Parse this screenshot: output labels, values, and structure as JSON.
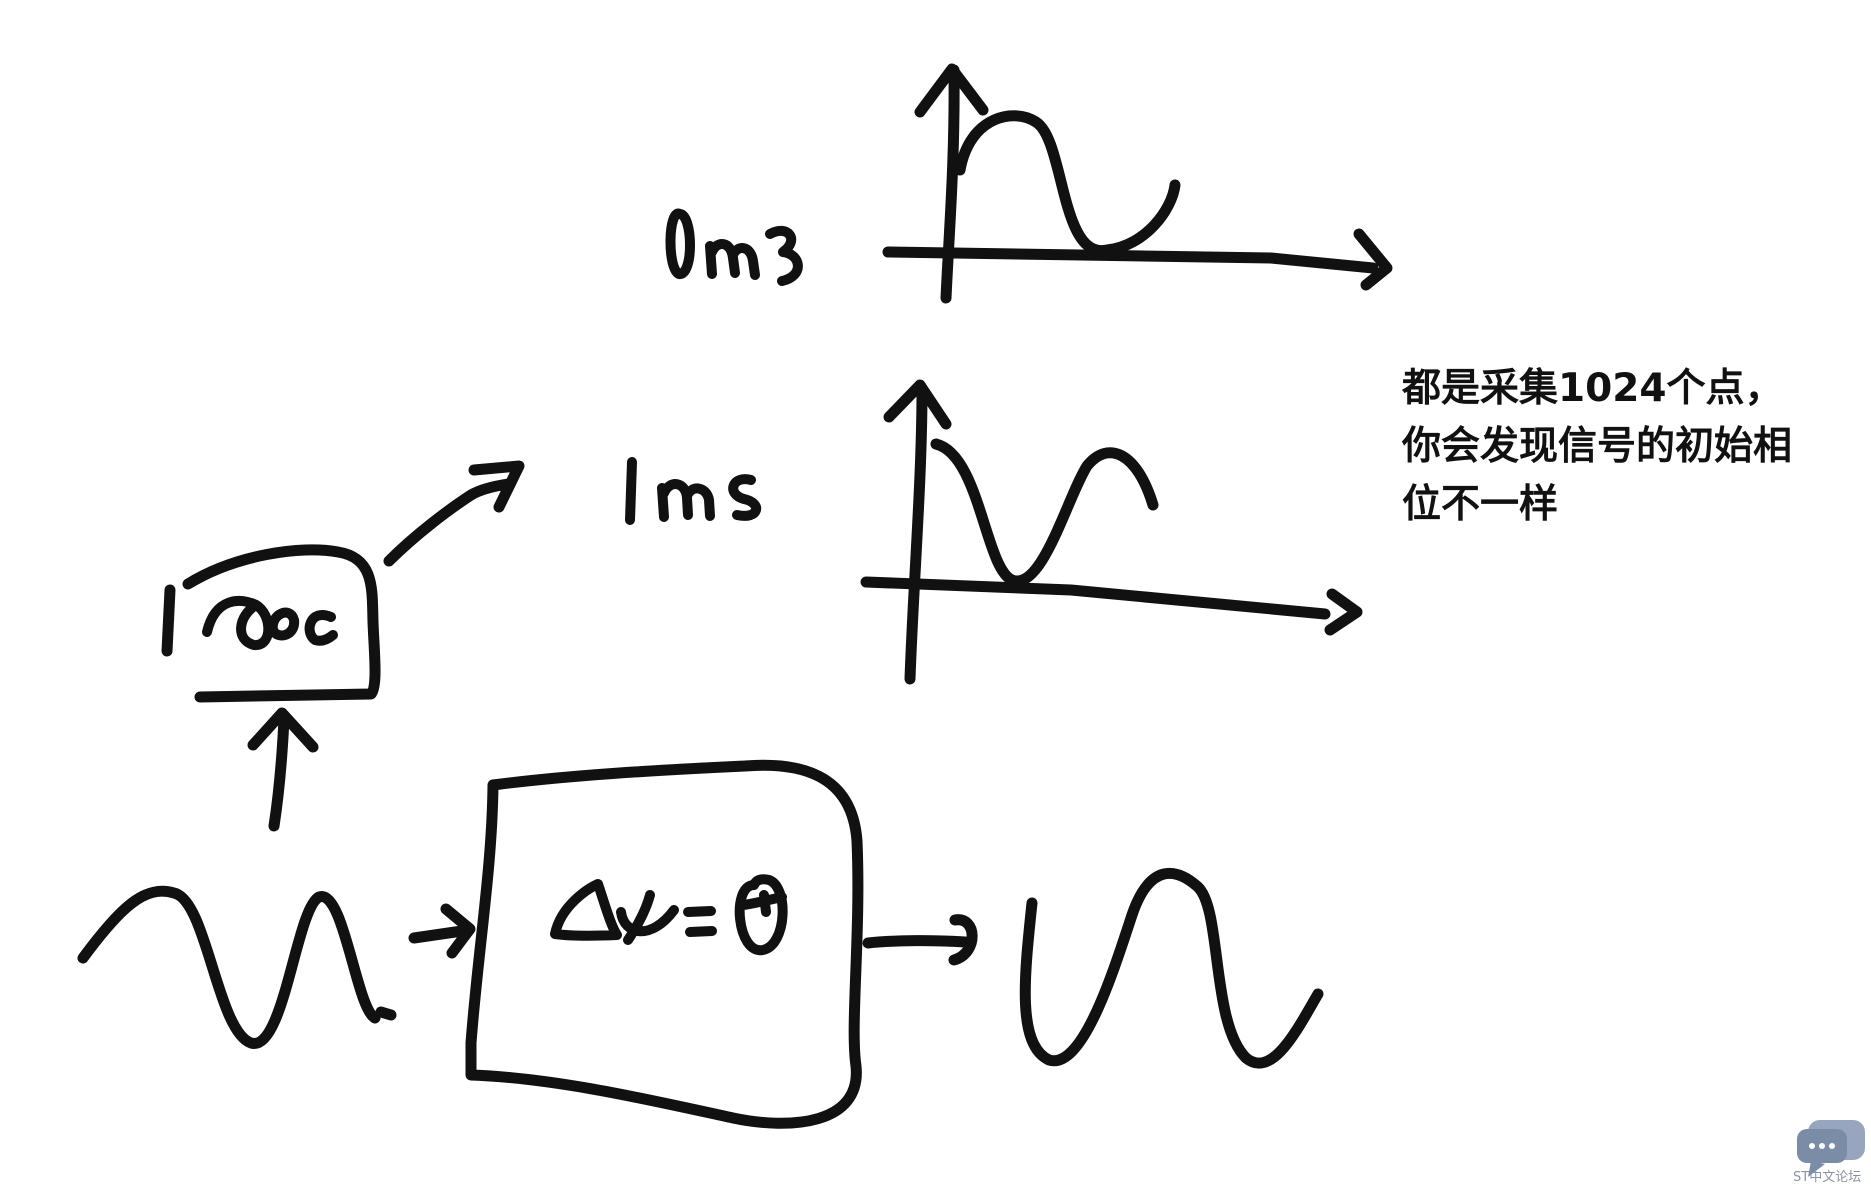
{
  "note": {
    "line1": "都是采集1024个点，",
    "line2": "你会发现信号的初始相",
    "line3": "位不一样"
  },
  "watermark": {
    "text": "ST中文论坛"
  }
}
